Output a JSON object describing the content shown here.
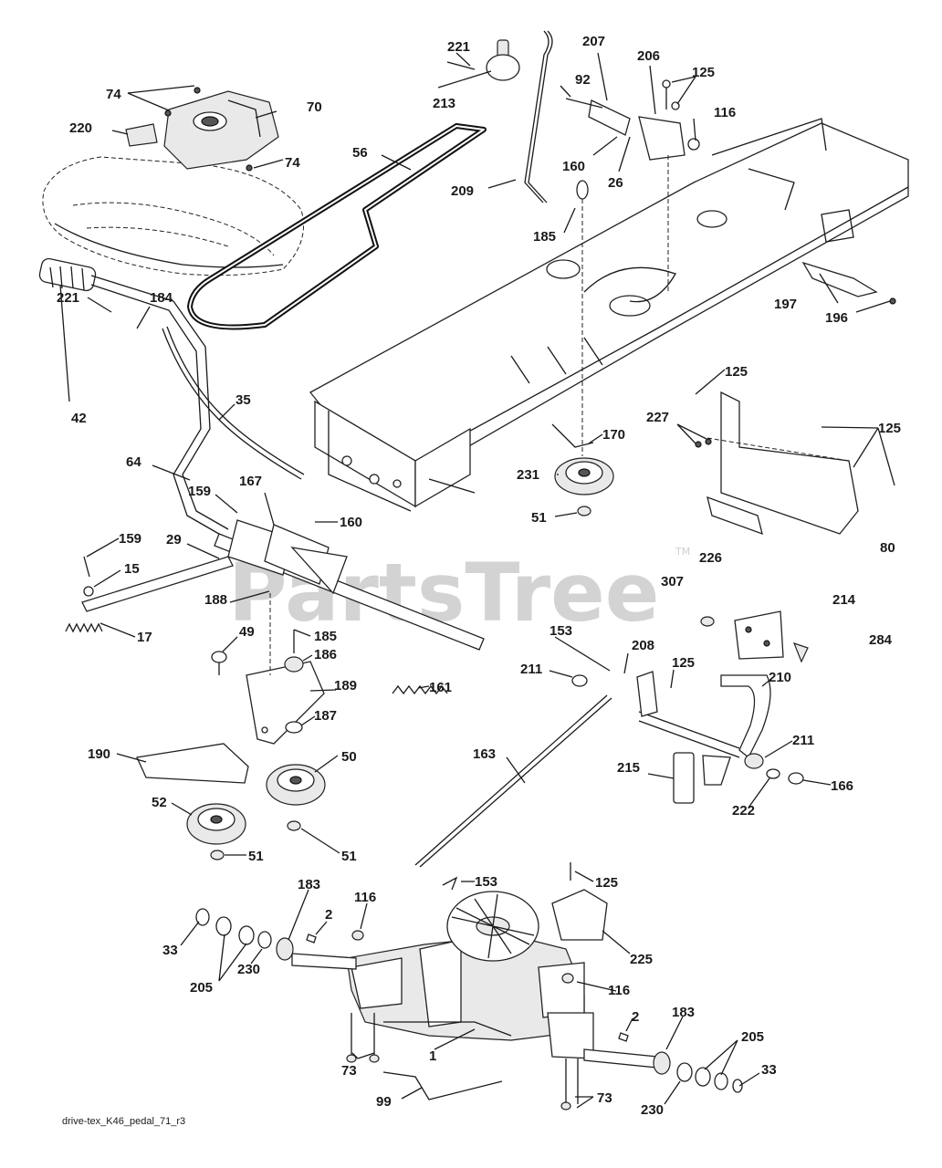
{
  "diagram": {
    "watermark": "PartsTree",
    "trademark": "TM",
    "caption": "drive-tex_K46_pedal_71_r3",
    "callouts": [
      {
        "id": "c221a",
        "text": "221"
      },
      {
        "id": "c213",
        "text": "213"
      },
      {
        "id": "c207",
        "text": "207"
      },
      {
        "id": "c206",
        "text": "206"
      },
      {
        "id": "c125a",
        "text": "125"
      },
      {
        "id": "c74a",
        "text": "74"
      },
      {
        "id": "c70",
        "text": "70"
      },
      {
        "id": "c92",
        "text": "92"
      },
      {
        "id": "c116a",
        "text": "116"
      },
      {
        "id": "c220",
        "text": "220"
      },
      {
        "id": "c56",
        "text": "56"
      },
      {
        "id": "c74b",
        "text": "74"
      },
      {
        "id": "c160a",
        "text": "160"
      },
      {
        "id": "c26",
        "text": "26"
      },
      {
        "id": "c209",
        "text": "209"
      },
      {
        "id": "c185a",
        "text": "185"
      },
      {
        "id": "c197",
        "text": "197"
      },
      {
        "id": "c196",
        "text": "196"
      },
      {
        "id": "c221b",
        "text": "221"
      },
      {
        "id": "c184",
        "text": "184"
      },
      {
        "id": "c125b",
        "text": "125"
      },
      {
        "id": "c35",
        "text": "35"
      },
      {
        "id": "c227",
        "text": "227"
      },
      {
        "id": "c125c",
        "text": "125"
      },
      {
        "id": "c42",
        "text": "42"
      },
      {
        "id": "c170",
        "text": "170"
      },
      {
        "id": "c64",
        "text": "64"
      },
      {
        "id": "c231",
        "text": "231"
      },
      {
        "id": "c159a",
        "text": "159"
      },
      {
        "id": "c167",
        "text": "167"
      },
      {
        "id": "c160b",
        "text": "160"
      },
      {
        "id": "c51a",
        "text": "51"
      },
      {
        "id": "c159b",
        "text": "159"
      },
      {
        "id": "c29",
        "text": "29"
      },
      {
        "id": "c80",
        "text": "80"
      },
      {
        "id": "c226",
        "text": "226"
      },
      {
        "id": "c15",
        "text": "15"
      },
      {
        "id": "c307",
        "text": "307"
      },
      {
        "id": "c214",
        "text": "214"
      },
      {
        "id": "c188",
        "text": "188"
      },
      {
        "id": "c17",
        "text": "17"
      },
      {
        "id": "c153a",
        "text": "153"
      },
      {
        "id": "c185b",
        "text": "185"
      },
      {
        "id": "c284",
        "text": "284"
      },
      {
        "id": "c49",
        "text": "49"
      },
      {
        "id": "c186",
        "text": "186"
      },
      {
        "id": "c208",
        "text": "208"
      },
      {
        "id": "c211a",
        "text": "211"
      },
      {
        "id": "c125d",
        "text": "125"
      },
      {
        "id": "c210",
        "text": "210"
      },
      {
        "id": "c189",
        "text": "189"
      },
      {
        "id": "c161",
        "text": "161"
      },
      {
        "id": "c187",
        "text": "187"
      },
      {
        "id": "c211b",
        "text": "211"
      },
      {
        "id": "c190",
        "text": "190"
      },
      {
        "id": "c163",
        "text": "163"
      },
      {
        "id": "c50",
        "text": "50"
      },
      {
        "id": "c215",
        "text": "215"
      },
      {
        "id": "c166",
        "text": "166"
      },
      {
        "id": "c52",
        "text": "52"
      },
      {
        "id": "c222",
        "text": "222"
      },
      {
        "id": "c51b",
        "text": "51"
      },
      {
        "id": "c51c",
        "text": "51"
      },
      {
        "id": "c153b",
        "text": "153"
      },
      {
        "id": "c125e",
        "text": "125"
      },
      {
        "id": "c183a",
        "text": "183"
      },
      {
        "id": "c116b",
        "text": "116"
      },
      {
        "id": "c2a",
        "text": "2"
      },
      {
        "id": "c33a",
        "text": "33"
      },
      {
        "id": "c225",
        "text": "225"
      },
      {
        "id": "c205a",
        "text": "205"
      },
      {
        "id": "c230a",
        "text": "230"
      },
      {
        "id": "c116c",
        "text": "116"
      },
      {
        "id": "c183b",
        "text": "183"
      },
      {
        "id": "c2b",
        "text": "2"
      },
      {
        "id": "c205b",
        "text": "205"
      },
      {
        "id": "c1",
        "text": "1"
      },
      {
        "id": "c73a",
        "text": "73"
      },
      {
        "id": "c33b",
        "text": "33"
      },
      {
        "id": "c73b",
        "text": "73"
      },
      {
        "id": "c99",
        "text": "99"
      },
      {
        "id": "c230b",
        "text": "230"
      }
    ]
  }
}
